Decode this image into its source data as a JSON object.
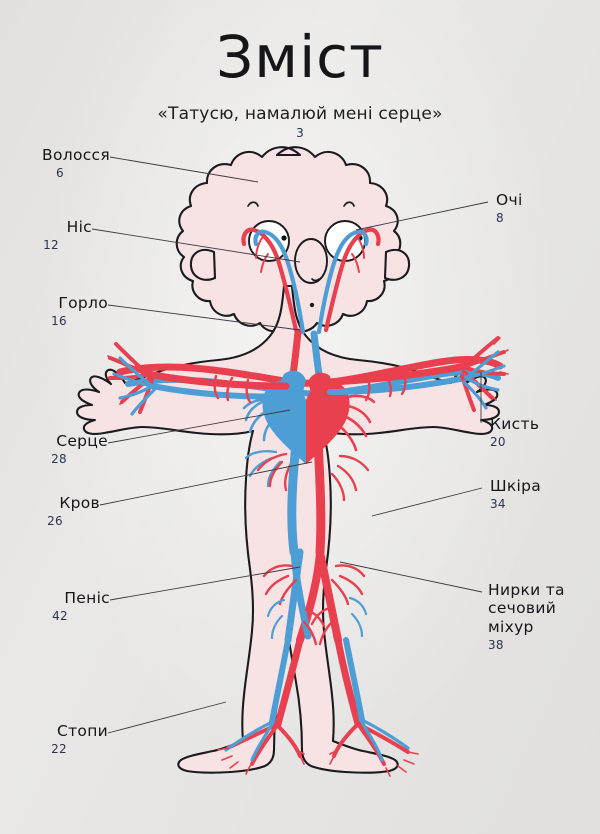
{
  "page": {
    "title": "Зміст",
    "subtitle": "«Татусю, намалюй мені серце»",
    "subtitle_page": "3",
    "background_color": "#e9e8e6",
    "skin_color": "#f8e3e4",
    "artery_color": "#e8404e",
    "vein_color": "#4e9ed6",
    "ink_color": "#1b1b1f",
    "page_number_color": "#2b3350"
  },
  "contents": {
    "left": [
      {
        "name": "Волосся",
        "page": "6"
      },
      {
        "name": "Ніс",
        "page": "12"
      },
      {
        "name": "Горло",
        "page": "16"
      },
      {
        "name": "Серце",
        "page": "28"
      },
      {
        "name": "Кров",
        "page": "26"
      },
      {
        "name": "Пеніс",
        "page": "42"
      },
      {
        "name": "Стопи",
        "page": "22"
      }
    ],
    "right": [
      {
        "name": "Очі",
        "page": "8"
      },
      {
        "name": "Кисть",
        "page": "20"
      },
      {
        "name": "Шкіра",
        "page": "34"
      },
      {
        "name": "Нирки та сечовий міхур",
        "page": "38",
        "lines": [
          "Нирки та",
          "сечовий",
          "міхур"
        ]
      }
    ]
  },
  "illustration": {
    "subject": "human-body-circulatory-system",
    "description": "Hand-drawn child figure with arms outstretched showing arteries and veins, red and blue heart in the chest"
  }
}
